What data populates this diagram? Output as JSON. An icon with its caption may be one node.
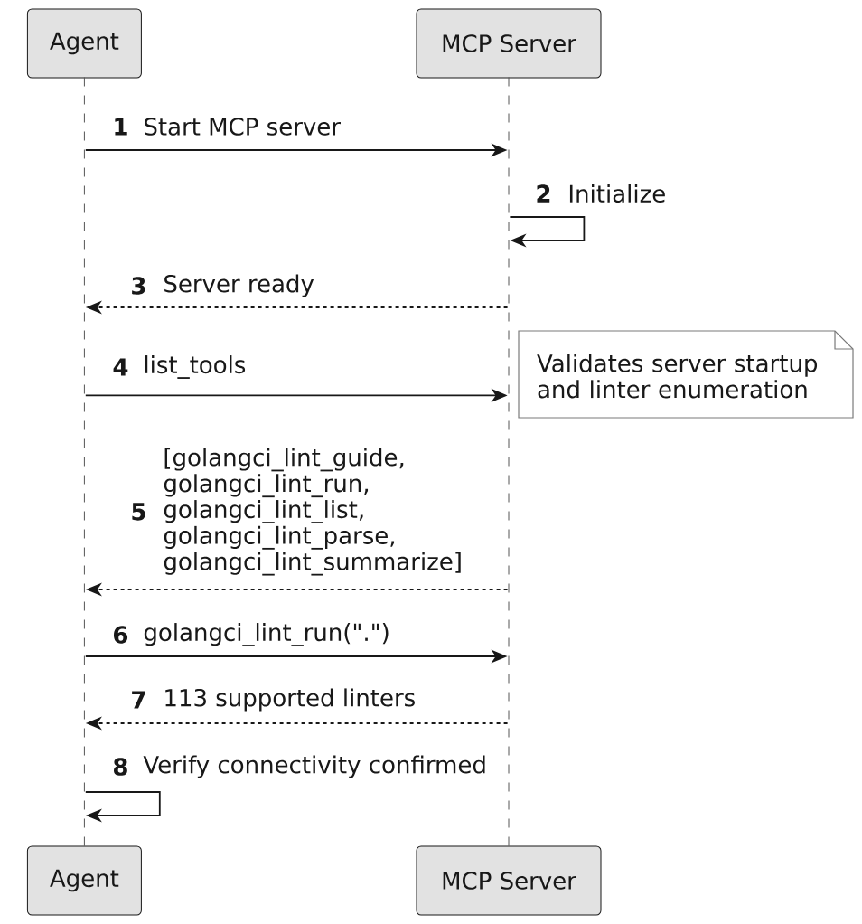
{
  "diagram": {
    "nodes": [
      {
        "text": [
          "Agent"
        ]
      },
      {
        "text": [
          "MCP Server"
        ]
      },
      {
        "text": [],
        "shape": "line"
      },
      {
        "text": [],
        "shape": "line"
      },
      {
        "text": [
          "Validates server startup and linter enumeration"
        ]
      },
      {
        "text": [
          "Agent"
        ]
      },
      {
        "text": [
          "MCP Server"
        ]
      }
    ],
    "edges": [
      {
        "from": 2,
        "to": 3,
        "arrow": "to",
        "label": "Start MCP server"
      },
      {
        "from": 3,
        "to": 3,
        "arrow": "to",
        "label": "Initialize"
      },
      {
        "from": 3,
        "to": 2,
        "arrow": "to",
        "label": "Server ready",
        "style": "dashed"
      },
      {
        "from": 2,
        "to": 3,
        "arrow": "to",
        "label": "list_tools"
      },
      {
        "from": 3,
        "to": 2,
        "arrow": "to",
        "label": "[golangci_lint_guide, golangci_lint_run, golangci_lint_list, golangci_lint_parse, golangci_lint_summarize]",
        "style": "dashed"
      },
      {
        "from": 2,
        "to": 3,
        "arrow": "to",
        "label": "golangci_lint_run(\".\")"
      },
      {
        "from": 3,
        "to": 2,
        "arrow": "to",
        "label": "113 supported linters",
        "style": "dashed"
      },
      {
        "from": 2,
        "to": 2,
        "arrow": "to",
        "label": "Verify connectivity confirmed"
      }
    ],
    "labels": [
      "1",
      "2",
      "3",
      "4",
      "5",
      "6",
      "7",
      "8"
    ]
  }
}
